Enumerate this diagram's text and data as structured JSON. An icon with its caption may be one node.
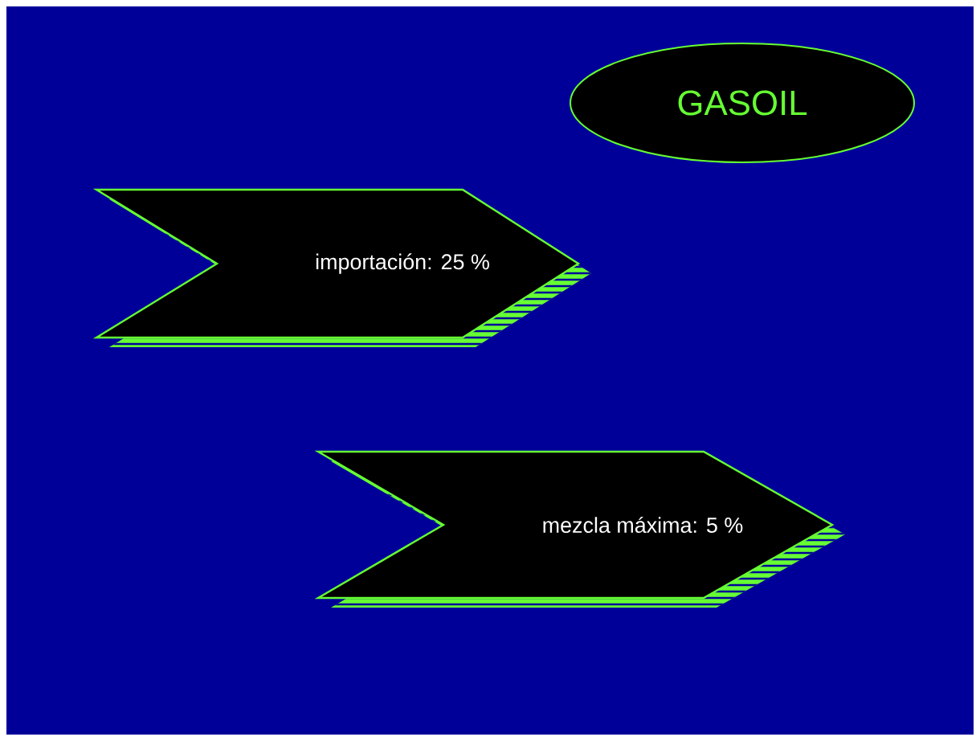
{
  "diagram": {
    "nodes": [
      {
        "text": [
          "GASOIL"
        ]
      },
      {
        "text": [
          "importación: 25 %"
        ]
      },
      {
        "text": [
          "mezcla máxima: 5 %"
        ]
      }
    ]
  }
}
